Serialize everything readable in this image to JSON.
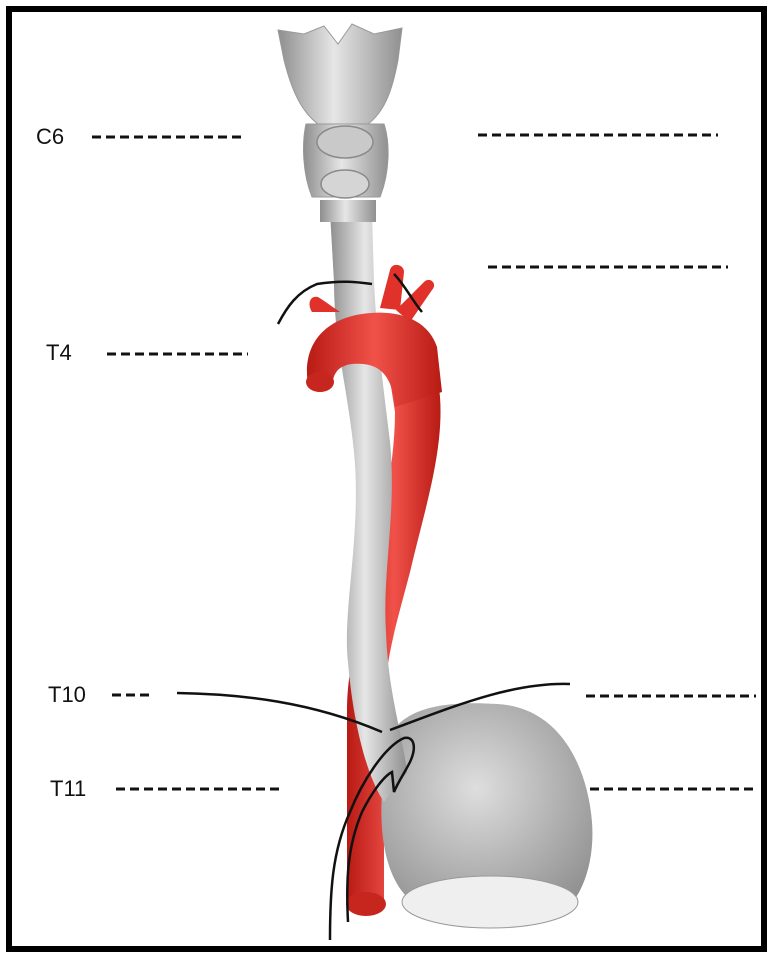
{
  "labels": {
    "c6": "C6",
    "t4": "T4",
    "t10": "T10",
    "t11": "T11"
  },
  "colors": {
    "frame": "#000000",
    "aorta": "#e0322a",
    "esophagus": "#b4b4b4",
    "line": "#111111"
  }
}
